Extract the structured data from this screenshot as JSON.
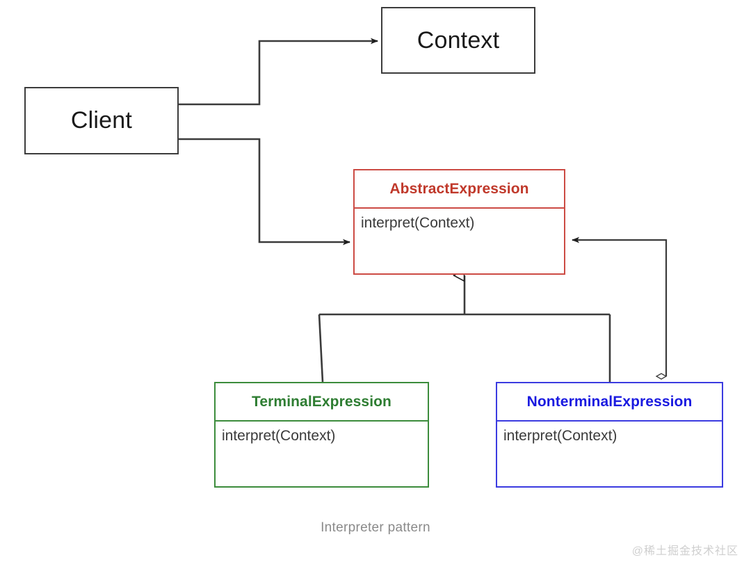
{
  "diagram": {
    "caption": "Interpreter pattern",
    "watermark": "@稀土掘金技术社区",
    "colors": {
      "abstract": "#c0392b",
      "terminal": "#2e7d32",
      "nonterminal": "#1a1ae0",
      "plain": "#3c3c3c",
      "connector": "#3b3b3b",
      "caption": "#8a8a8a",
      "watermark": "#cfcfcf"
    },
    "nodes": {
      "client": {
        "title": "Client"
      },
      "context": {
        "title": "Context"
      },
      "abstract_expression": {
        "title": "AbstractExpression",
        "method": "interpret(Context)"
      },
      "terminal_expression": {
        "title": "TerminalExpression",
        "method": "interpret(Context)"
      },
      "nonterminal_expression": {
        "title": "NonterminalExpression",
        "method": "interpret(Context)"
      }
    },
    "connectors": [
      {
        "name": "client-to-context",
        "from": "Client",
        "to": "Context",
        "kind": "association-arrow"
      },
      {
        "name": "client-to-abstract-expression",
        "from": "Client",
        "to": "AbstractExpression",
        "kind": "association-arrow"
      },
      {
        "name": "terminal-expression-inheritance",
        "from": "TerminalExpression",
        "to": "AbstractExpression",
        "kind": "generalization"
      },
      {
        "name": "nonterminal-expression-inheritance",
        "from": "NonterminalExpression",
        "to": "AbstractExpression",
        "kind": "generalization"
      },
      {
        "name": "nonterminal-expression-aggregation",
        "from": "NonterminalExpression",
        "to": "AbstractExpression",
        "kind": "aggregation-arrow"
      }
    ]
  }
}
